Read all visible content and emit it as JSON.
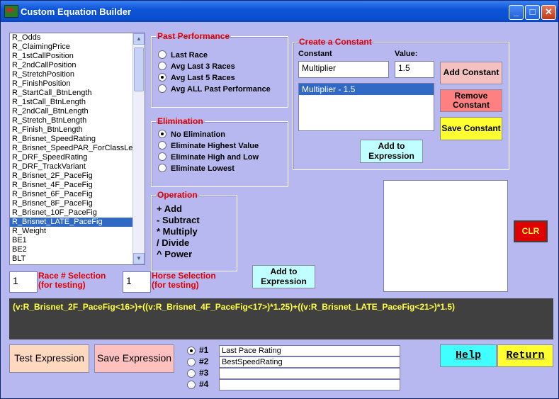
{
  "window": {
    "title": "Custom Equation Builder"
  },
  "titlebar_buttons": {
    "minimize": "_",
    "maximize": "□",
    "close": "✕"
  },
  "fields_list": {
    "items": [
      "R_Odds",
      "R_ClaimingPrice",
      "R_1stCallPosition",
      "R_2ndCallPosition",
      "R_StretchPosition",
      "R_FinishPosition",
      "R_StartCall_BtnLength",
      "R_1stCall_BtnLength",
      "R_2ndCall_BtnLength",
      "R_Stretch_BtnLength",
      "R_Finish_BtnLength",
      "R_Brisnet_SpeedRating",
      "R_Brisnet_SpeedPAR_ForClassLev",
      "R_DRF_SpeedRating",
      "R_DRF_TrackVariant",
      "R_Brisnet_2F_PaceFig",
      "R_Brisnet_4F_PaceFig",
      "R_Brisnet_6F_PaceFig",
      "R_Brisnet_8F_PaceFig",
      "R_Brisnet_10F_PaceFig",
      "R_Brisnet_LATE_PaceFig",
      "R_Weight",
      "BE1",
      "BE2",
      "BLT"
    ],
    "selected_index": 20
  },
  "past_performance": {
    "title": "Past Performance",
    "options": [
      "Last Race",
      "Avg Last 3 Races",
      "Avg Last 5 Races",
      "Avg ALL Past Performance"
    ],
    "selected": 2
  },
  "elimination": {
    "title": "Elimination",
    "options": [
      "No Elimination",
      "Eliminate Highest Value",
      "Eliminate High and Low",
      "Eliminate Lowest"
    ],
    "selected": 0
  },
  "operation": {
    "title": "Operation",
    "lines": [
      "+ Add",
      "- Subtract",
      "* Multiply",
      "/ Divide",
      "^ Power"
    ]
  },
  "constant": {
    "title": "Create a Constant",
    "name_label": "Constant",
    "value_label": "Value:",
    "name_value": "Multiplier",
    "value_value": "1.5",
    "list_items": [
      "Multiplier - 1.5"
    ],
    "add_label": "Add Constant",
    "remove_label": "Remove Constant",
    "save_label": "Save Constant",
    "add_to_expr_label": "Add to Expression"
  },
  "clr_label": "CLR",
  "race_selection": {
    "value": "1",
    "label": "Race # Selection",
    "sub": "(for testing)"
  },
  "horse_selection": {
    "value": "1",
    "label": "Horse Selection",
    "sub": "(for testing)"
  },
  "add_to_expression_label": "Add to Expression",
  "expression_text": "(v:R_Brisnet_2F_PaceFig<16>)+((v:R_Brisnet_4F_PaceFig<17>)*1.25)+((v:R_Brisnet_LATE_PaceFig<21>)*1.5)",
  "test_expression_label": "Test Expression",
  "save_expression_label": "Save Expression",
  "slots": [
    {
      "label": "#1",
      "value": "Last Pace Rating",
      "selected": true
    },
    {
      "label": "#2",
      "value": "BestSpeedRating",
      "selected": false
    },
    {
      "label": "#3",
      "value": "",
      "selected": false
    },
    {
      "label": "#4",
      "value": "",
      "selected": false
    }
  ],
  "help_label": "Help",
  "return_label": "Return",
  "colors": {
    "background": "#b8b8f0",
    "accent_red": "#e00000",
    "selected": "#316ac5",
    "expression_bg": "#404040",
    "expression_fg": "#ffff40"
  }
}
